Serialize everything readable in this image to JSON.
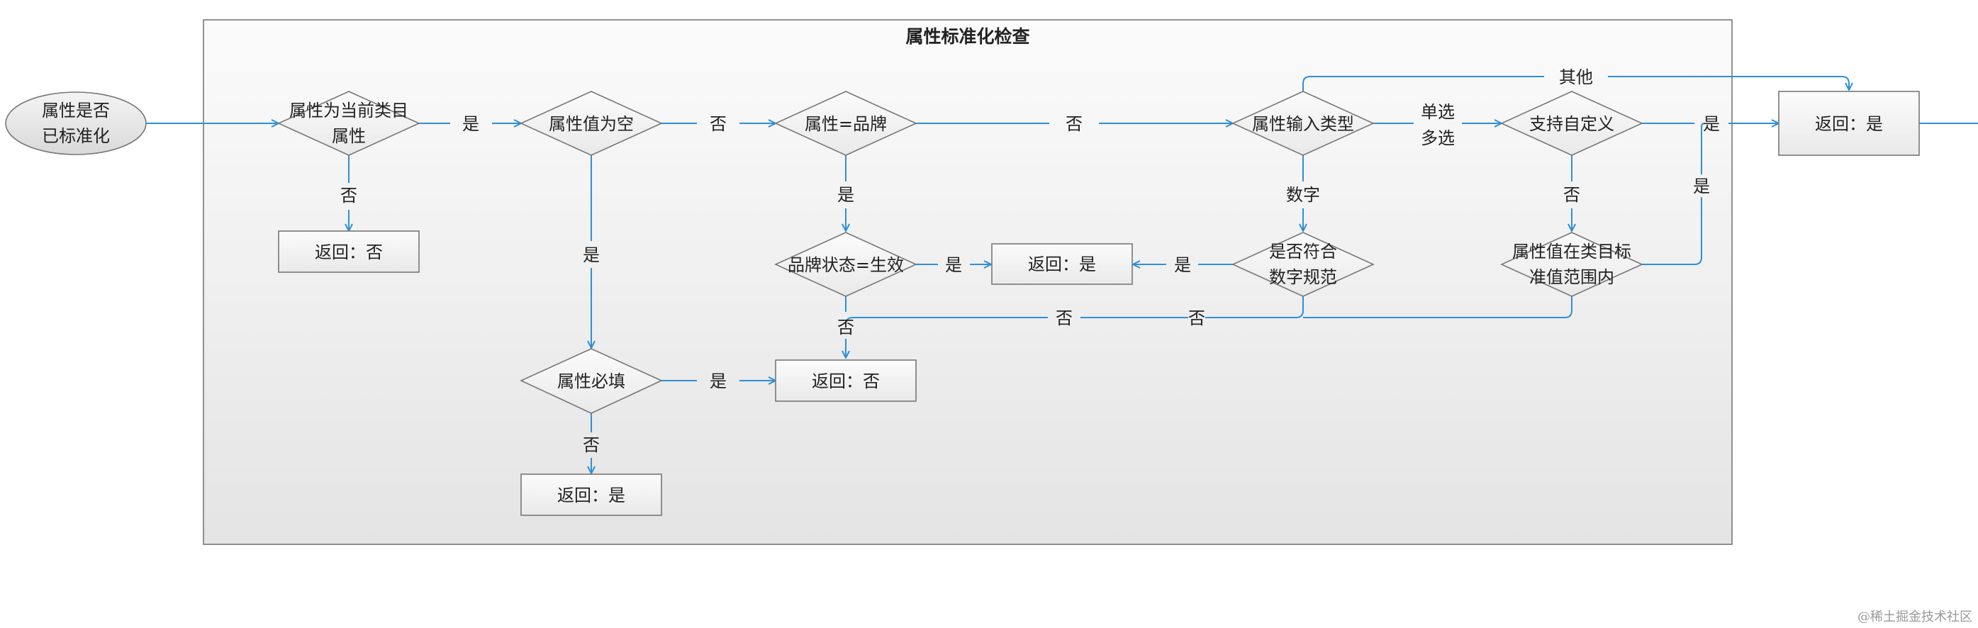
{
  "diagram": {
    "container_title": "属性标准化检查",
    "start_label_line1": "属性是否",
    "start_label_line2": "已标准化",
    "watermark": "@稀土掘金技术社区",
    "nodes": {
      "d_current_category_line1": "属性为当前类目",
      "d_current_category_line2": "属性",
      "r_no_1": "返回：否",
      "d_value_empty": "属性值为空",
      "d_required": "属性必填",
      "r_yes_required": "返回：是",
      "d_brand": "属性=品牌",
      "d_brand_status": "品牌状态=生效",
      "r_yes_mid": "返回：是",
      "r_no_2": "返回：否",
      "d_input_type": "属性输入类型",
      "d_numeric_line1": "是否符合",
      "d_numeric_line2": "数字规范",
      "d_custom": "支持自定义",
      "d_in_range_line1": "属性值在类目标",
      "d_in_range_line2": "准值范围内",
      "r_yes_final": "返回：是"
    },
    "edge_labels": {
      "cur_cat_yes": "是",
      "cur_cat_no": "否",
      "empty_no": "否",
      "empty_yes": "是",
      "required_yes": "是",
      "required_no": "否",
      "brand_no": "否",
      "brand_yes": "是",
      "brand_status_yes": "是",
      "brand_status_no": "否",
      "input_other": "其他",
      "input_single": "单选",
      "input_multi": "多选",
      "input_number": "数字",
      "numeric_yes": "是",
      "numeric_no": "否",
      "custom_yes": "是",
      "custom_no": "否",
      "range_yes": "是",
      "range_no": "否"
    },
    "colors": {
      "edge": "#2f8fd8",
      "shape_stroke": "#777777",
      "container_fill_top": "#fbfbfb",
      "container_fill_bottom": "#e4e4e4"
    }
  }
}
